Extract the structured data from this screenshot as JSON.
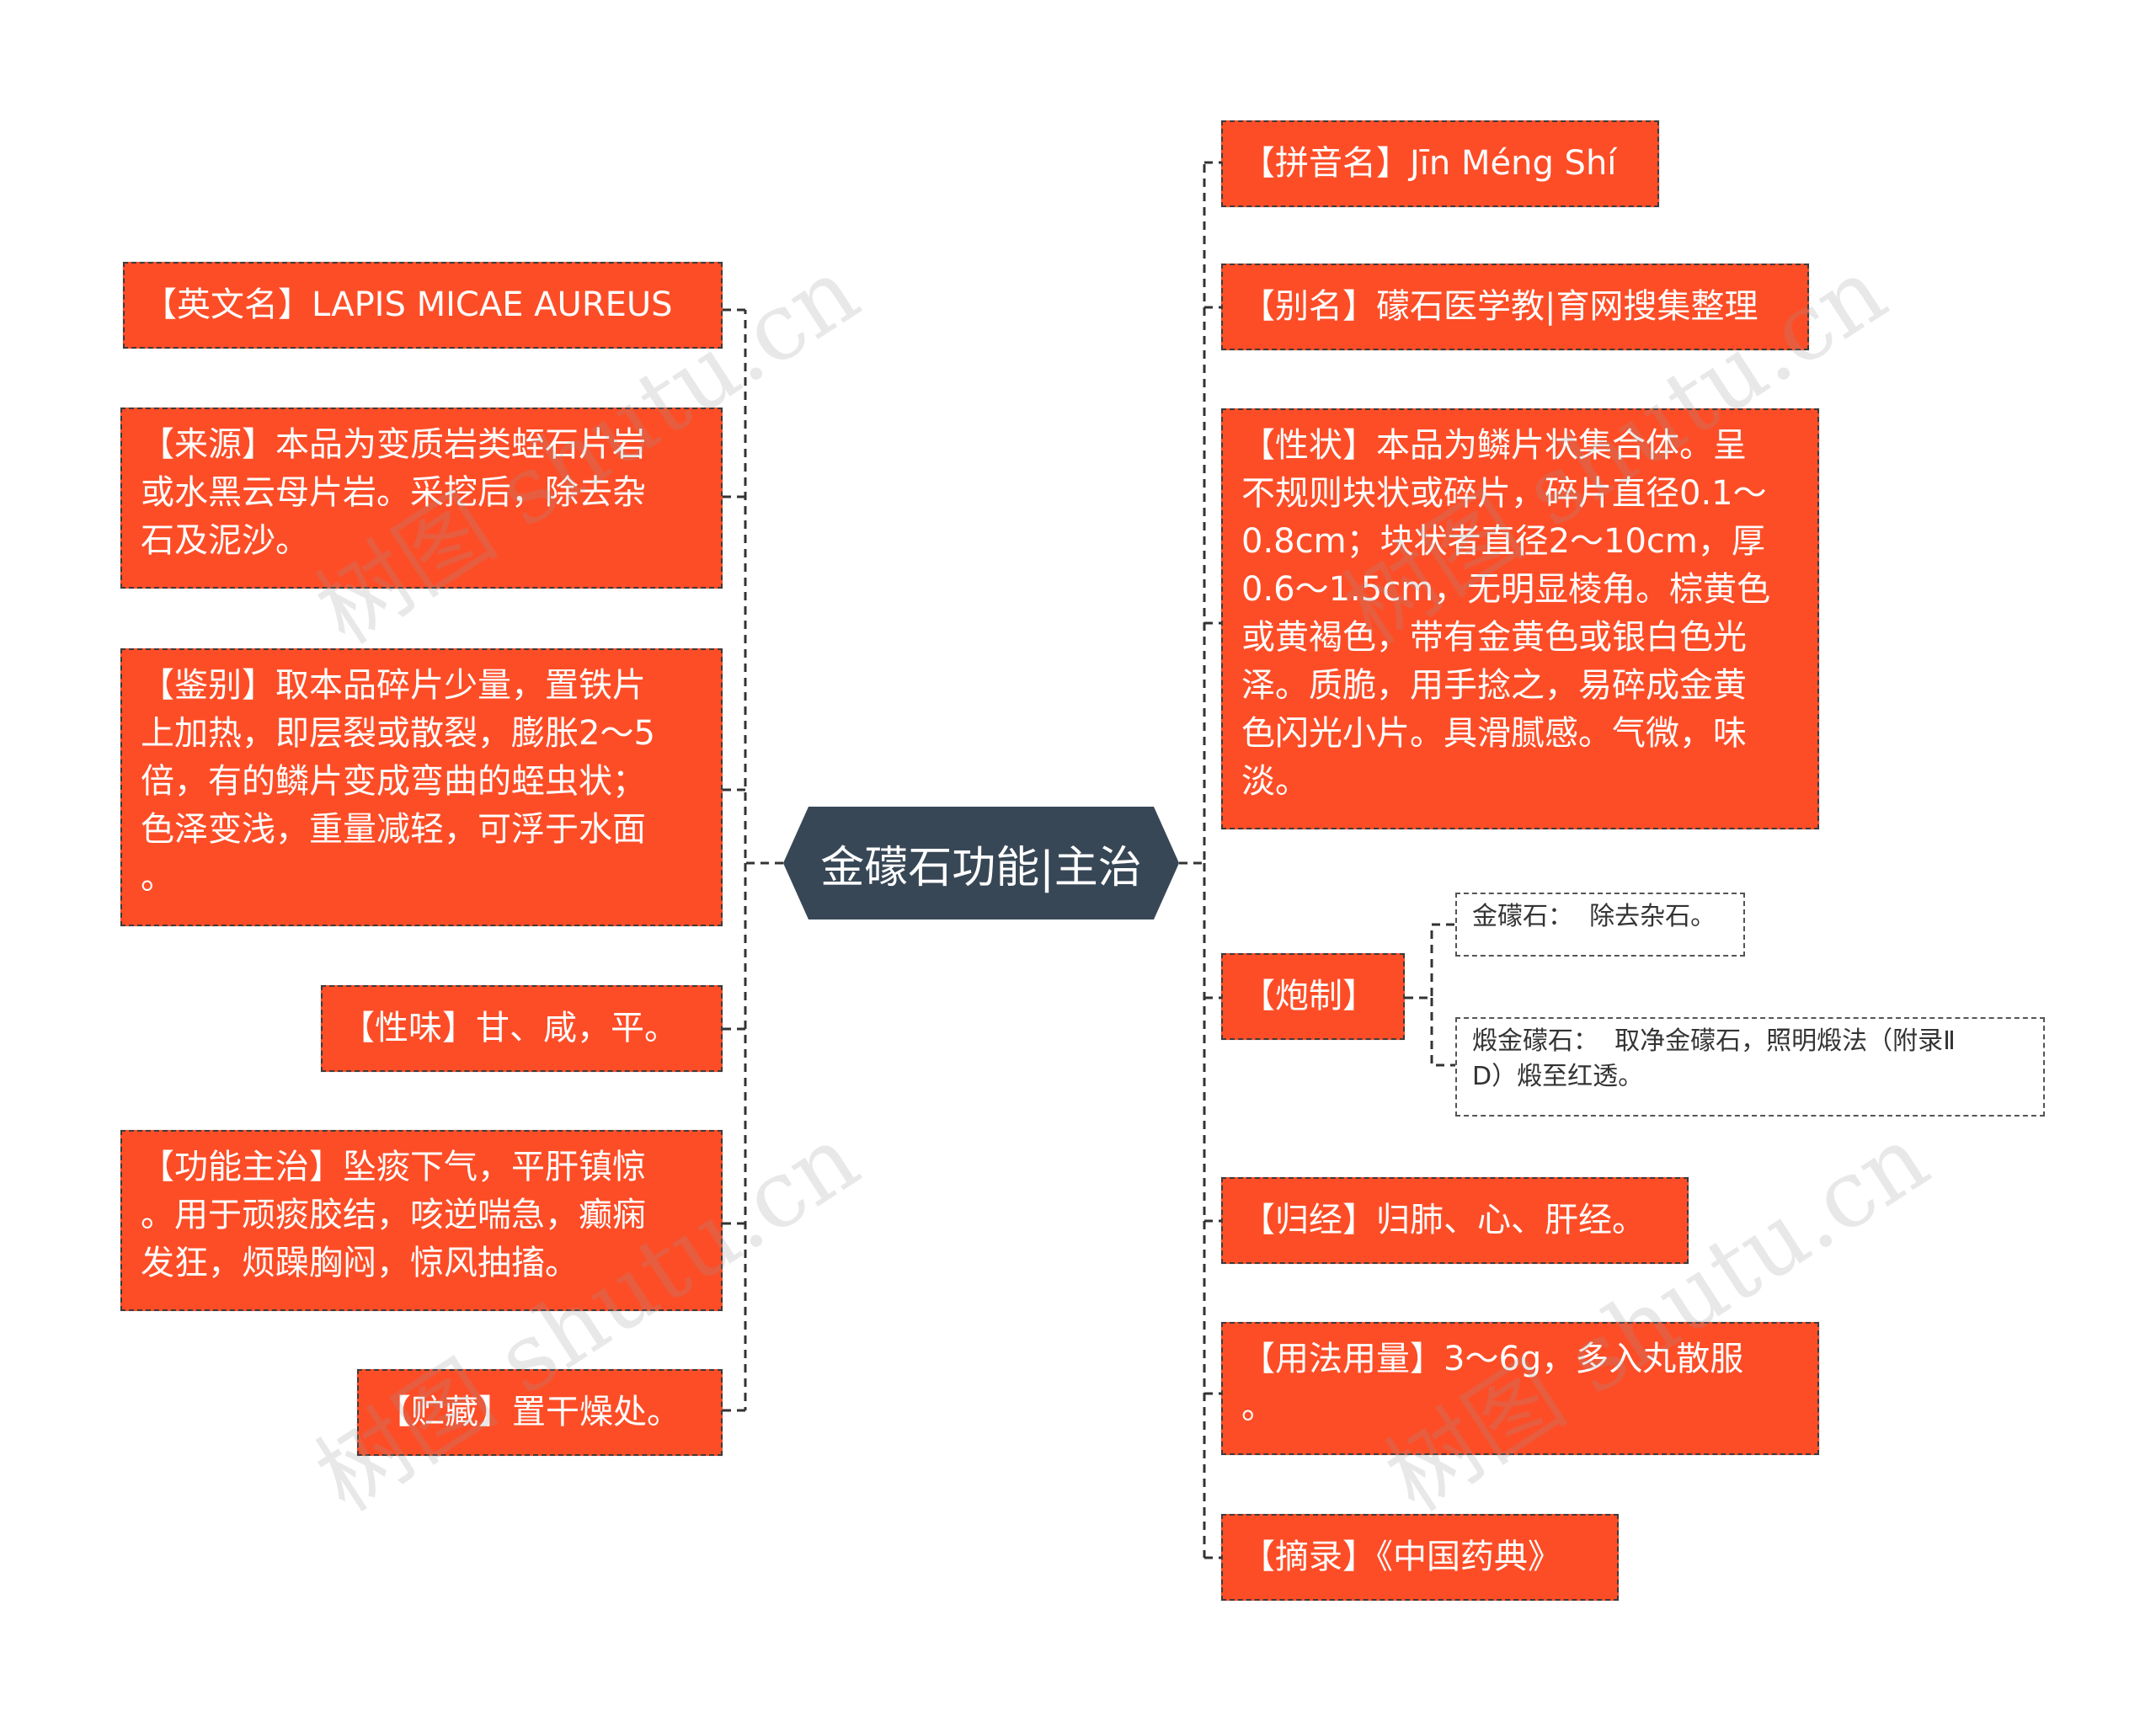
{
  "central": {
    "title": "金礞石功能|主治"
  },
  "left_nodes": [
    {
      "id": "english",
      "text": "【英文名】LAPIS MICAE AUREUS"
    },
    {
      "id": "source",
      "text": "【来源】本品为变质岩类蛭石片岩\n或水黑云母片岩。采挖后，除去杂\n石及泥沙。"
    },
    {
      "id": "identify",
      "text": "【鉴别】取本品碎片少量，置铁片\n上加热，即层裂或散裂，膨胀2～5\n倍，有的鳞片变成弯曲的蛭虫状；\n色泽变浅，重量减轻，可浮于水面\n。"
    },
    {
      "id": "taste",
      "text": "【性味】甘、咸，平。"
    },
    {
      "id": "function",
      "text": "【功能主治】坠痰下气，平肝镇惊\n。用于顽痰胶结，咳逆喘急，癫痫\n发狂，烦躁胸闷，惊风抽搐。"
    },
    {
      "id": "storage",
      "text": "【贮藏】置干燥处。"
    }
  ],
  "right_nodes": [
    {
      "id": "pinyin",
      "text": "【拼音名】Jīn Méng Shí"
    },
    {
      "id": "alias",
      "text": "【别名】礞石医学教|育网搜集整理"
    },
    {
      "id": "character",
      "text": "【性状】本品为鳞片状集合体。呈\n不规则块状或碎片，碎片直径0.1～\n0.8cm；块状者直径2～10cm，厚\n0.6～1.5cm，无明显棱角。棕黄色\n或黄褐色，带有金黄色或银白色光\n泽。质脆，用手捻之，易碎成金黄\n色闪光小片。具滑腻感。气微，味\n淡。"
    },
    {
      "id": "processing",
      "text": "【炮制】"
    },
    {
      "id": "meridian",
      "text": "【归经】归肺、心、肝经。"
    },
    {
      "id": "dosage",
      "text": "【用法用量】3～6g，多入丸散服\n。"
    },
    {
      "id": "excerpt",
      "text": "【摘录】《中国药典》"
    }
  ],
  "processing_children": [
    {
      "id": "proc1",
      "text": "金礞石：  除去杂石。"
    },
    {
      "id": "proc2",
      "text": "煅金礞石：  取净金礞石，照明煅法（附录Ⅱ\nD）煅至红透。"
    }
  ],
  "watermarks": [
    "树图 shutu.cn",
    "树图 shutu.cn",
    "树图 shutu.cn",
    "树图 shutu.cn"
  ],
  "colors": {
    "node_fill": "#fd4d27",
    "central_fill": "#374756",
    "line": "#333333"
  }
}
